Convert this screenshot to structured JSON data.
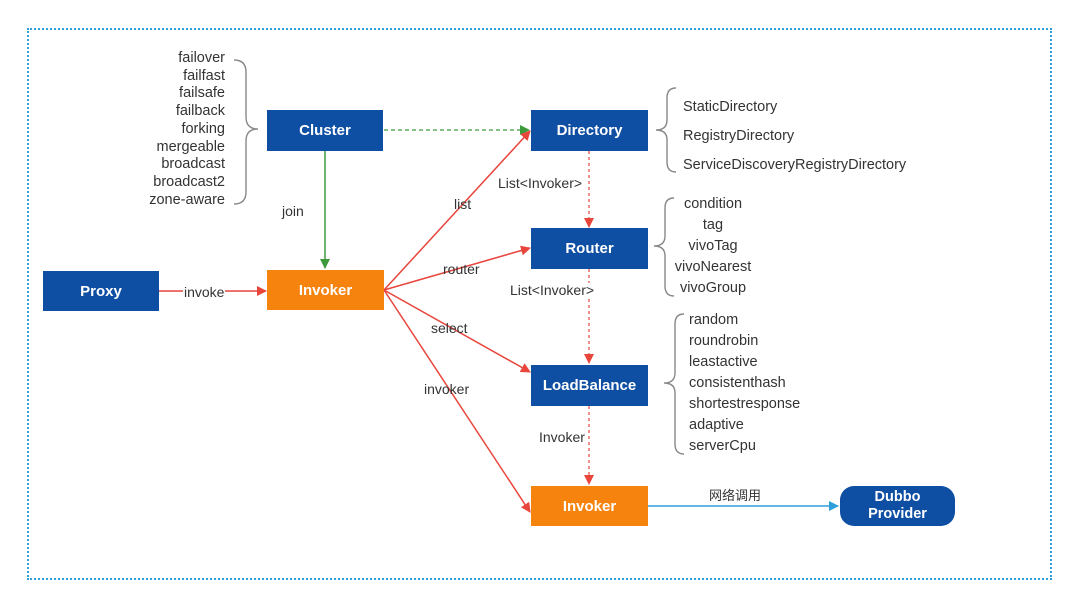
{
  "nodes": {
    "proxy": "Proxy",
    "invoker_main": "Invoker",
    "cluster": "Cluster",
    "directory": "Directory",
    "router": "Router",
    "loadbalance": "LoadBalance",
    "invoker_target": "Invoker",
    "provider_line1": "Dubbo",
    "provider_line2": "Provider"
  },
  "edges": {
    "invoke": "invoke",
    "join": "join",
    "list": "list",
    "router": "router",
    "select": "select",
    "invoker": "invoker",
    "directory_to_router": "List<Invoker>",
    "router_to_loadbalance": "List<Invoker>",
    "loadbalance_to_invoker": "Invoker",
    "network_call": "网络调用"
  },
  "cluster_strategies": [
    "failover",
    "failfast",
    "failsafe",
    "failback",
    "forking",
    "mergeable",
    "broadcast",
    "broadcast2",
    "zone-aware"
  ],
  "directory_types": [
    "StaticDirectory",
    "RegistryDirectory",
    "ServiceDiscoveryRegistryDirectory"
  ],
  "router_types": [
    "condition",
    "tag",
    "vivoTag",
    "vivoNearest",
    "vivoGroup"
  ],
  "loadbalance_types": [
    "random",
    "roundrobin",
    "leastactive",
    "consistenthash",
    "shortestresponse",
    "adaptive",
    "serverCpu"
  ],
  "colors": {
    "blue": "#0e4ea3",
    "orange": "#f7830f",
    "red_arrow": "#e8453c",
    "green_arrow": "#3c9a3c",
    "cyan_arrow": "#2d9fd9",
    "frame": "#2d9fd9"
  }
}
